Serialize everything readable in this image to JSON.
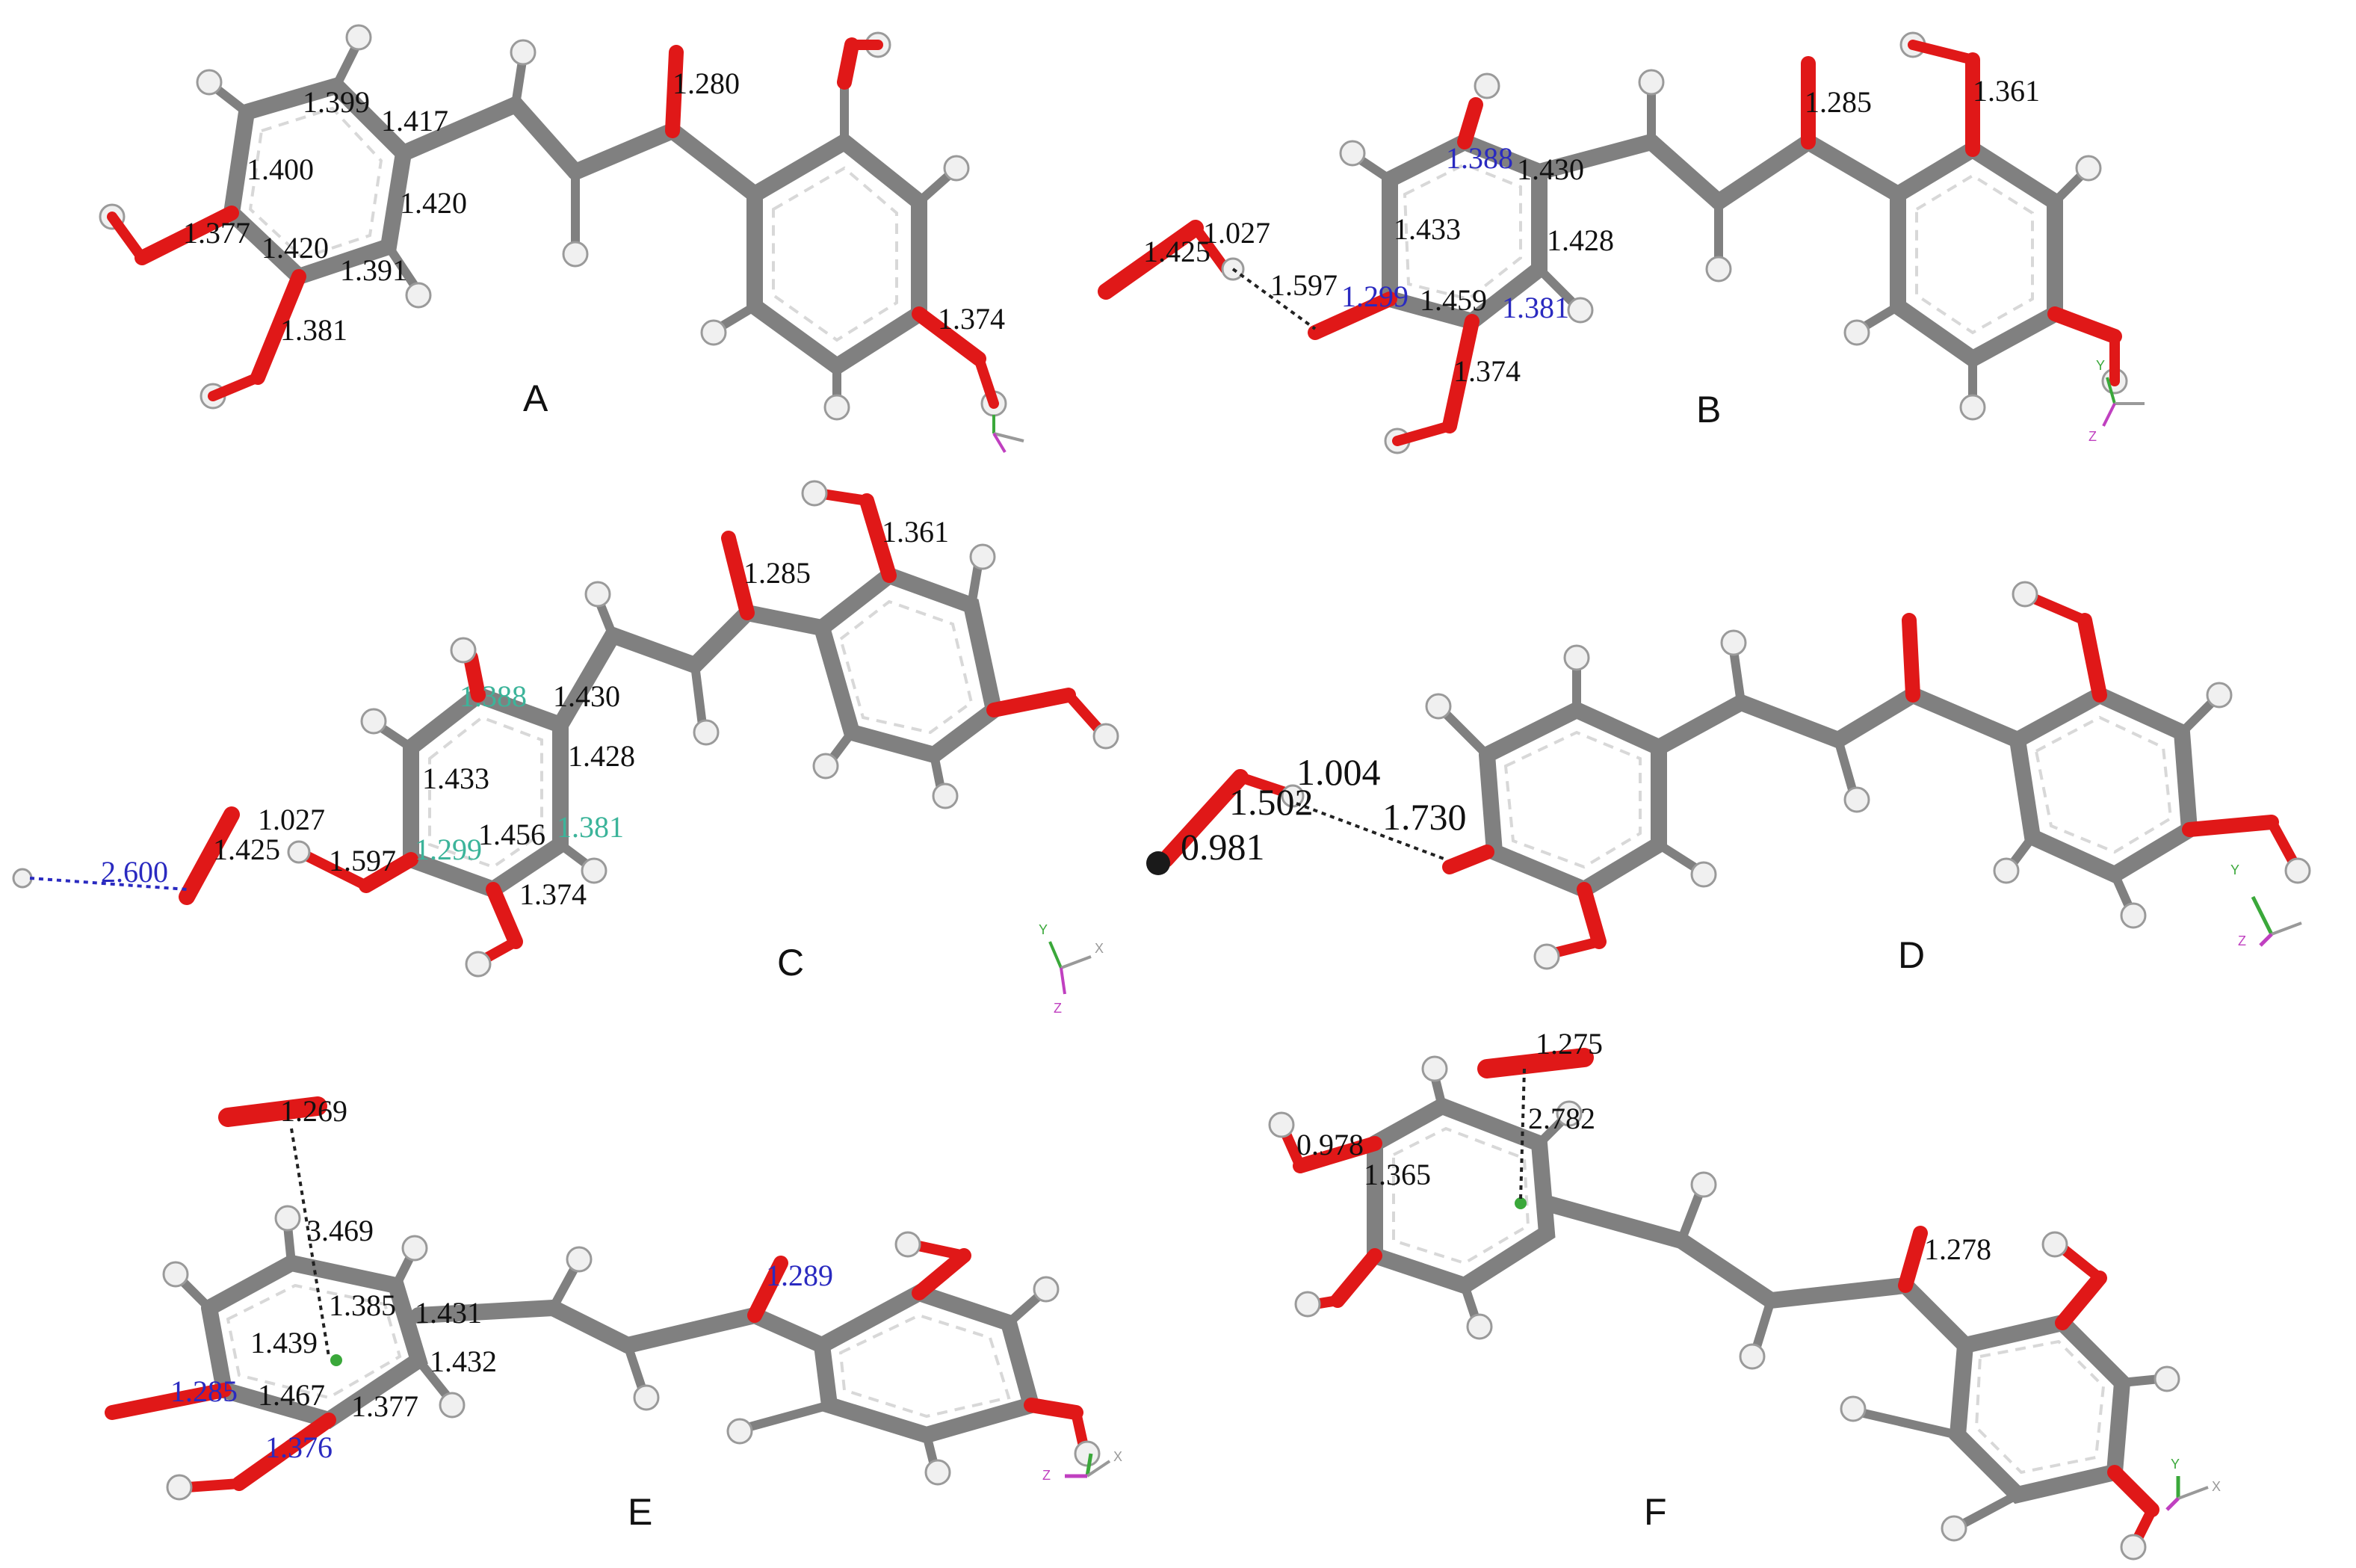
{
  "panels": [
    {
      "letter": "A",
      "labels": [
        "1.399",
        "1.417",
        "1.280",
        "1.400",
        "1.420",
        "1.377",
        "1.420",
        "1.391",
        "1.381",
        "1.374"
      ]
    },
    {
      "letter": "B",
      "labels": [
        "1.388",
        "1.430",
        "1.285",
        "1.361",
        "1.027",
        "1.425",
        "1.433",
        "1.428",
        "1.597",
        "1.299",
        "1.459",
        "1.381",
        "1.374"
      ]
    },
    {
      "letter": "C",
      "labels": [
        "1.361",
        "1.285",
        "1.430",
        "1.428",
        "1.433",
        "1.027",
        "1.425",
        "1.456",
        "1.381",
        "1.597",
        "2.600",
        "1.374",
        "1.299",
        "1.388"
      ]
    },
    {
      "letter": "D",
      "labels": [
        "1.004",
        "1.502",
        "1.730",
        "0.981"
      ]
    },
    {
      "letter": "E",
      "labels": [
        "1.269",
        "3.469",
        "1.289",
        "1.385",
        "1.431",
        "1.439",
        "1.432",
        "1.285",
        "1.467",
        "1.377",
        "1.376"
      ]
    },
    {
      "letter": "F",
      "labels": [
        "1.275",
        "2.782",
        "0.978",
        "1.365",
        "1.278"
      ]
    }
  ],
  "axis_labels": {
    "x": "X",
    "y": "Y",
    "z": "Z"
  },
  "colors": {
    "carbon": "#808080",
    "oxygen": "#e01818",
    "hydrogen": "#f0f0f0",
    "blue_label": "#2a2ac0",
    "green_label": "#3cb49a"
  }
}
